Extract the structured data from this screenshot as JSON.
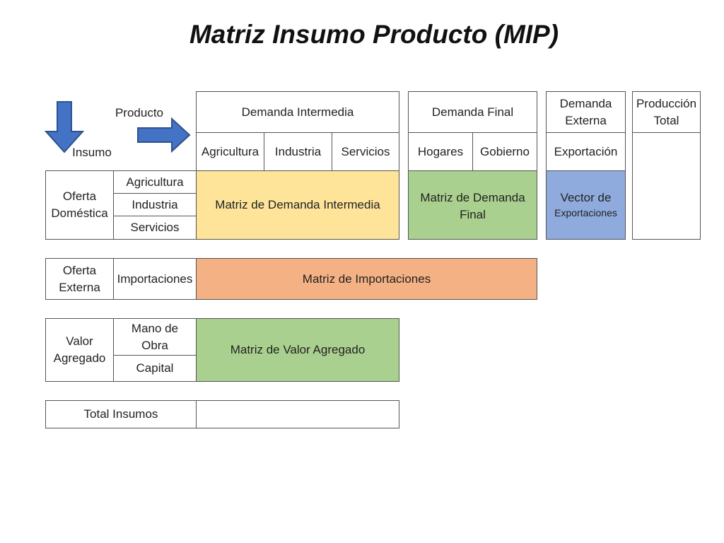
{
  "title": "Matriz Insumo Producto (MIP)",
  "colors": {
    "yellow": "#fde499",
    "green": "#a9d08e",
    "blue": "#8faadc",
    "orange": "#f4b183",
    "arrow": "#4472c4"
  },
  "corner": {
    "producto": "Producto",
    "insumo": "Insumo"
  },
  "header": {
    "demanda_intermedia": "Demanda Intermedia",
    "demanda_final": "Demanda Final",
    "demanda_externa": "Demanda Externa",
    "produccion_total": "Producción Total",
    "agricultura": "Agricultura",
    "industria": "Industria",
    "servicios": "Servicios",
    "hogares": "Hogares",
    "gobierno": "Gobierno",
    "exportacion": "Exportación"
  },
  "oferta_domestica": {
    "label": "Oferta Doméstica",
    "rows": [
      "Agricultura",
      "Industria",
      "Servicios"
    ],
    "matriz_intermedia": "Matriz de Demanda Intermedia",
    "matriz_final": "Matriz de Demanda Final",
    "vector_line1": "Vector de",
    "vector_line2": "Exportaciones"
  },
  "oferta_externa": {
    "label": "Oferta Externa",
    "row": "Importaciones",
    "matriz": "Matriz de Importaciones"
  },
  "valor_agregado": {
    "label": "Valor Agregado",
    "rows": [
      "Mano de Obra",
      "Capital"
    ],
    "matriz": "Matriz de Valor Agregado"
  },
  "total_insumos": {
    "label": "Total Insumos"
  }
}
